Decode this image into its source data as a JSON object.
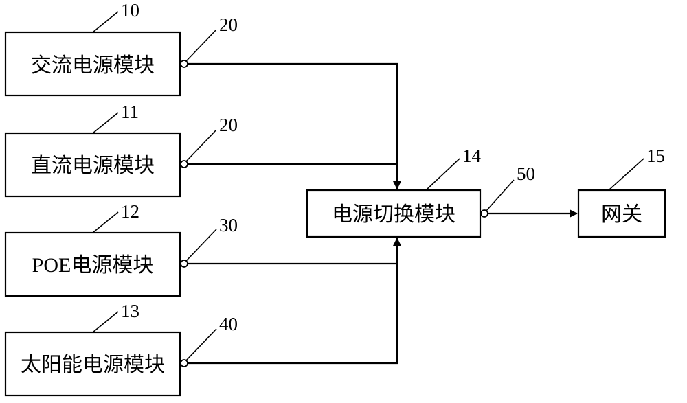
{
  "modules": {
    "ac": {
      "label": "交流电源模块",
      "ref": "10",
      "port_ref": "20"
    },
    "dc": {
      "label": "直流电源模块",
      "ref": "11",
      "port_ref": "20"
    },
    "poe": {
      "label": "POE电源模块",
      "ref": "12",
      "port_ref": "30"
    },
    "solar": {
      "label": "太阳能电源模块",
      "ref": "13",
      "port_ref": "40"
    },
    "switch": {
      "label": "电源切换模块",
      "ref": "14",
      "port_ref": "50"
    },
    "gateway": {
      "label": "网关",
      "ref": "15"
    }
  }
}
